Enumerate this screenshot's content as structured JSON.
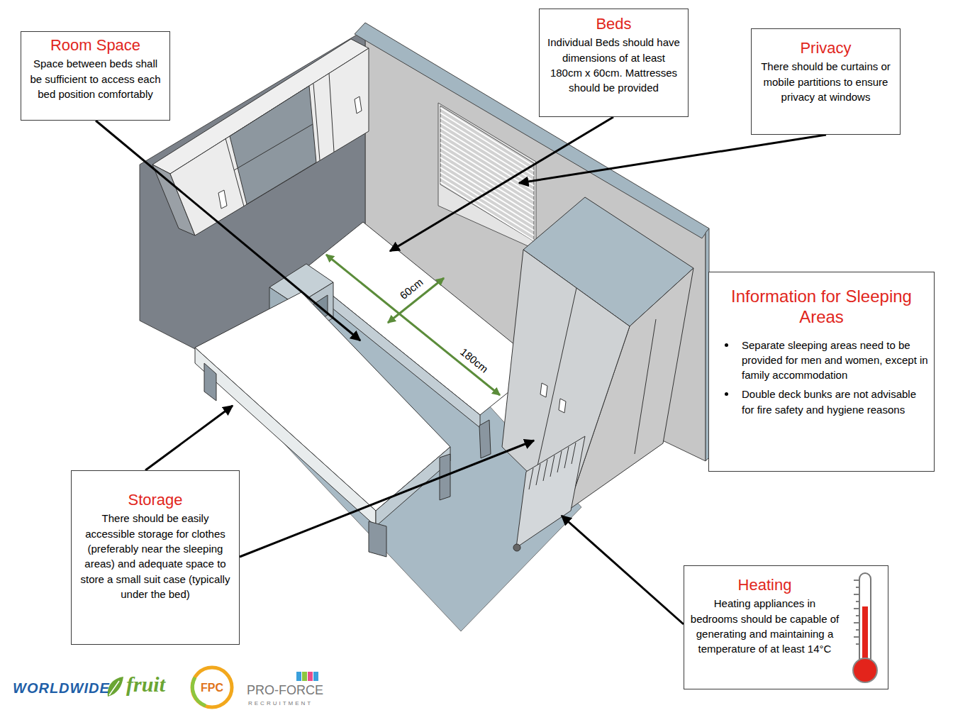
{
  "diagram": {
    "nodes": [
      {
        "text": [
          "Room Space",
          "Space between beds shall be sufficient to access each bed position comfortably"
        ]
      },
      {
        "text": [
          "Beds",
          "Individual Beds should have dimensions of at least 180cm x 60cm. Mattresses should be provided"
        ]
      },
      {
        "text": [
          "Privacy",
          "There should be curtains or mobile partitions to ensure privacy at windows"
        ]
      },
      {
        "text": [
          "Information for Sleeping Areas",
          "Separate sleeping areas need to be provided for men and women, except in family accommodation",
          "Double deck bunks are not advisable for fire safety and hygiene reasons"
        ]
      },
      {
        "text": [
          "Storage",
          "There should be easily accessible storage for clothes (preferably near the sleeping areas) and adequate space to store a small suit case (typically under the bed)"
        ]
      },
      {
        "text": [
          "Heating",
          "Heating appliances in bedrooms should be capable of generating and maintaining a temperature of at least 14°C"
        ]
      }
    ],
    "labels": [
      "60cm",
      "180cm",
      "WORLDWIDE",
      "fruit",
      "FPC",
      "PRO-FORCE",
      "RECRUITMENT"
    ]
  }
}
